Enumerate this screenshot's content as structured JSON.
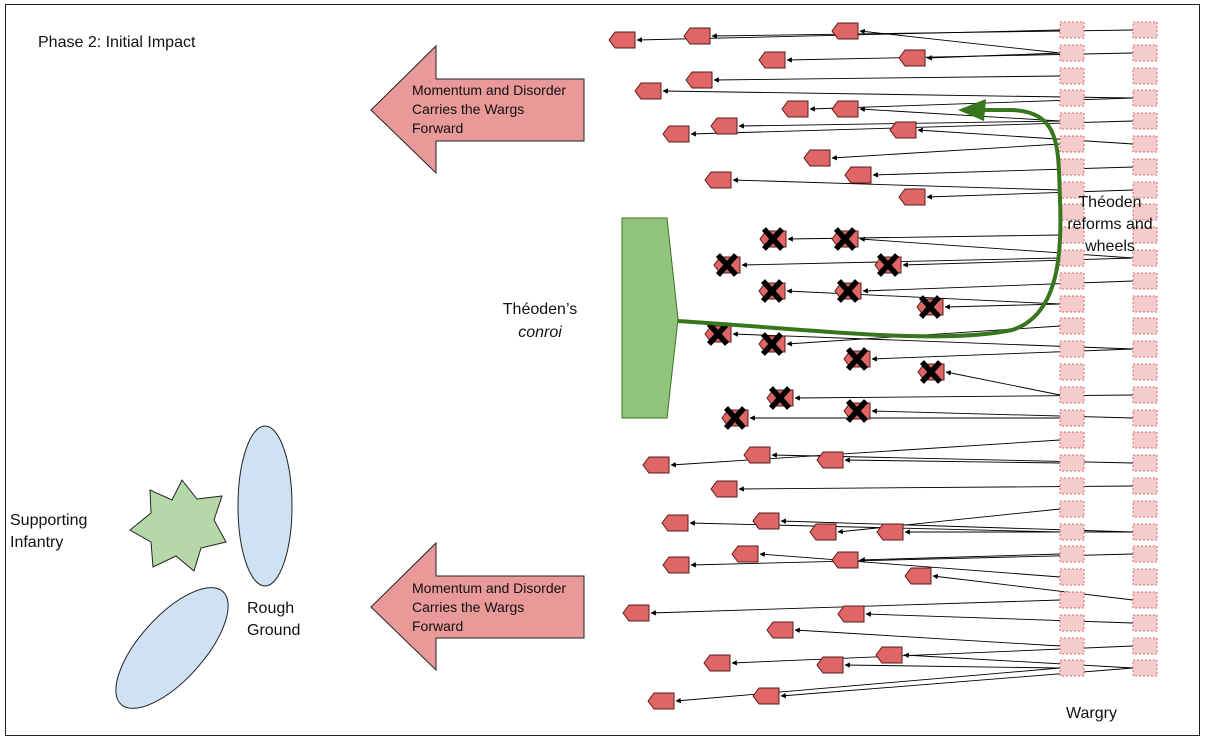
{
  "title": "Phase 2: Initial Impact",
  "arrows": {
    "top_text": "Momentum and Disorder Carries the Wargs Forward",
    "bottom_text": "Momentum and Disorder Carries the Wargs Forward"
  },
  "conroi": {
    "name": "Théoden’s",
    "name_italic": "conroi"
  },
  "maneuver_text": "Théoden reforms and wheels",
  "infantry_text": "Supporting Infantry",
  "terrain_text": "Rough Ground",
  "wargry_text": "Wargry",
  "colors": {
    "warg_fill": "#e06666",
    "warg_origin_fill": "#f4cccc",
    "arrow_fill": "#ea9999",
    "conroi_fill": "#93c47d",
    "path_color": "#38761d",
    "infantry_fill": "#b6d7a8",
    "terrain_fill": "#cfe2f3",
    "terrain_stroke": "#3c78d8"
  }
}
